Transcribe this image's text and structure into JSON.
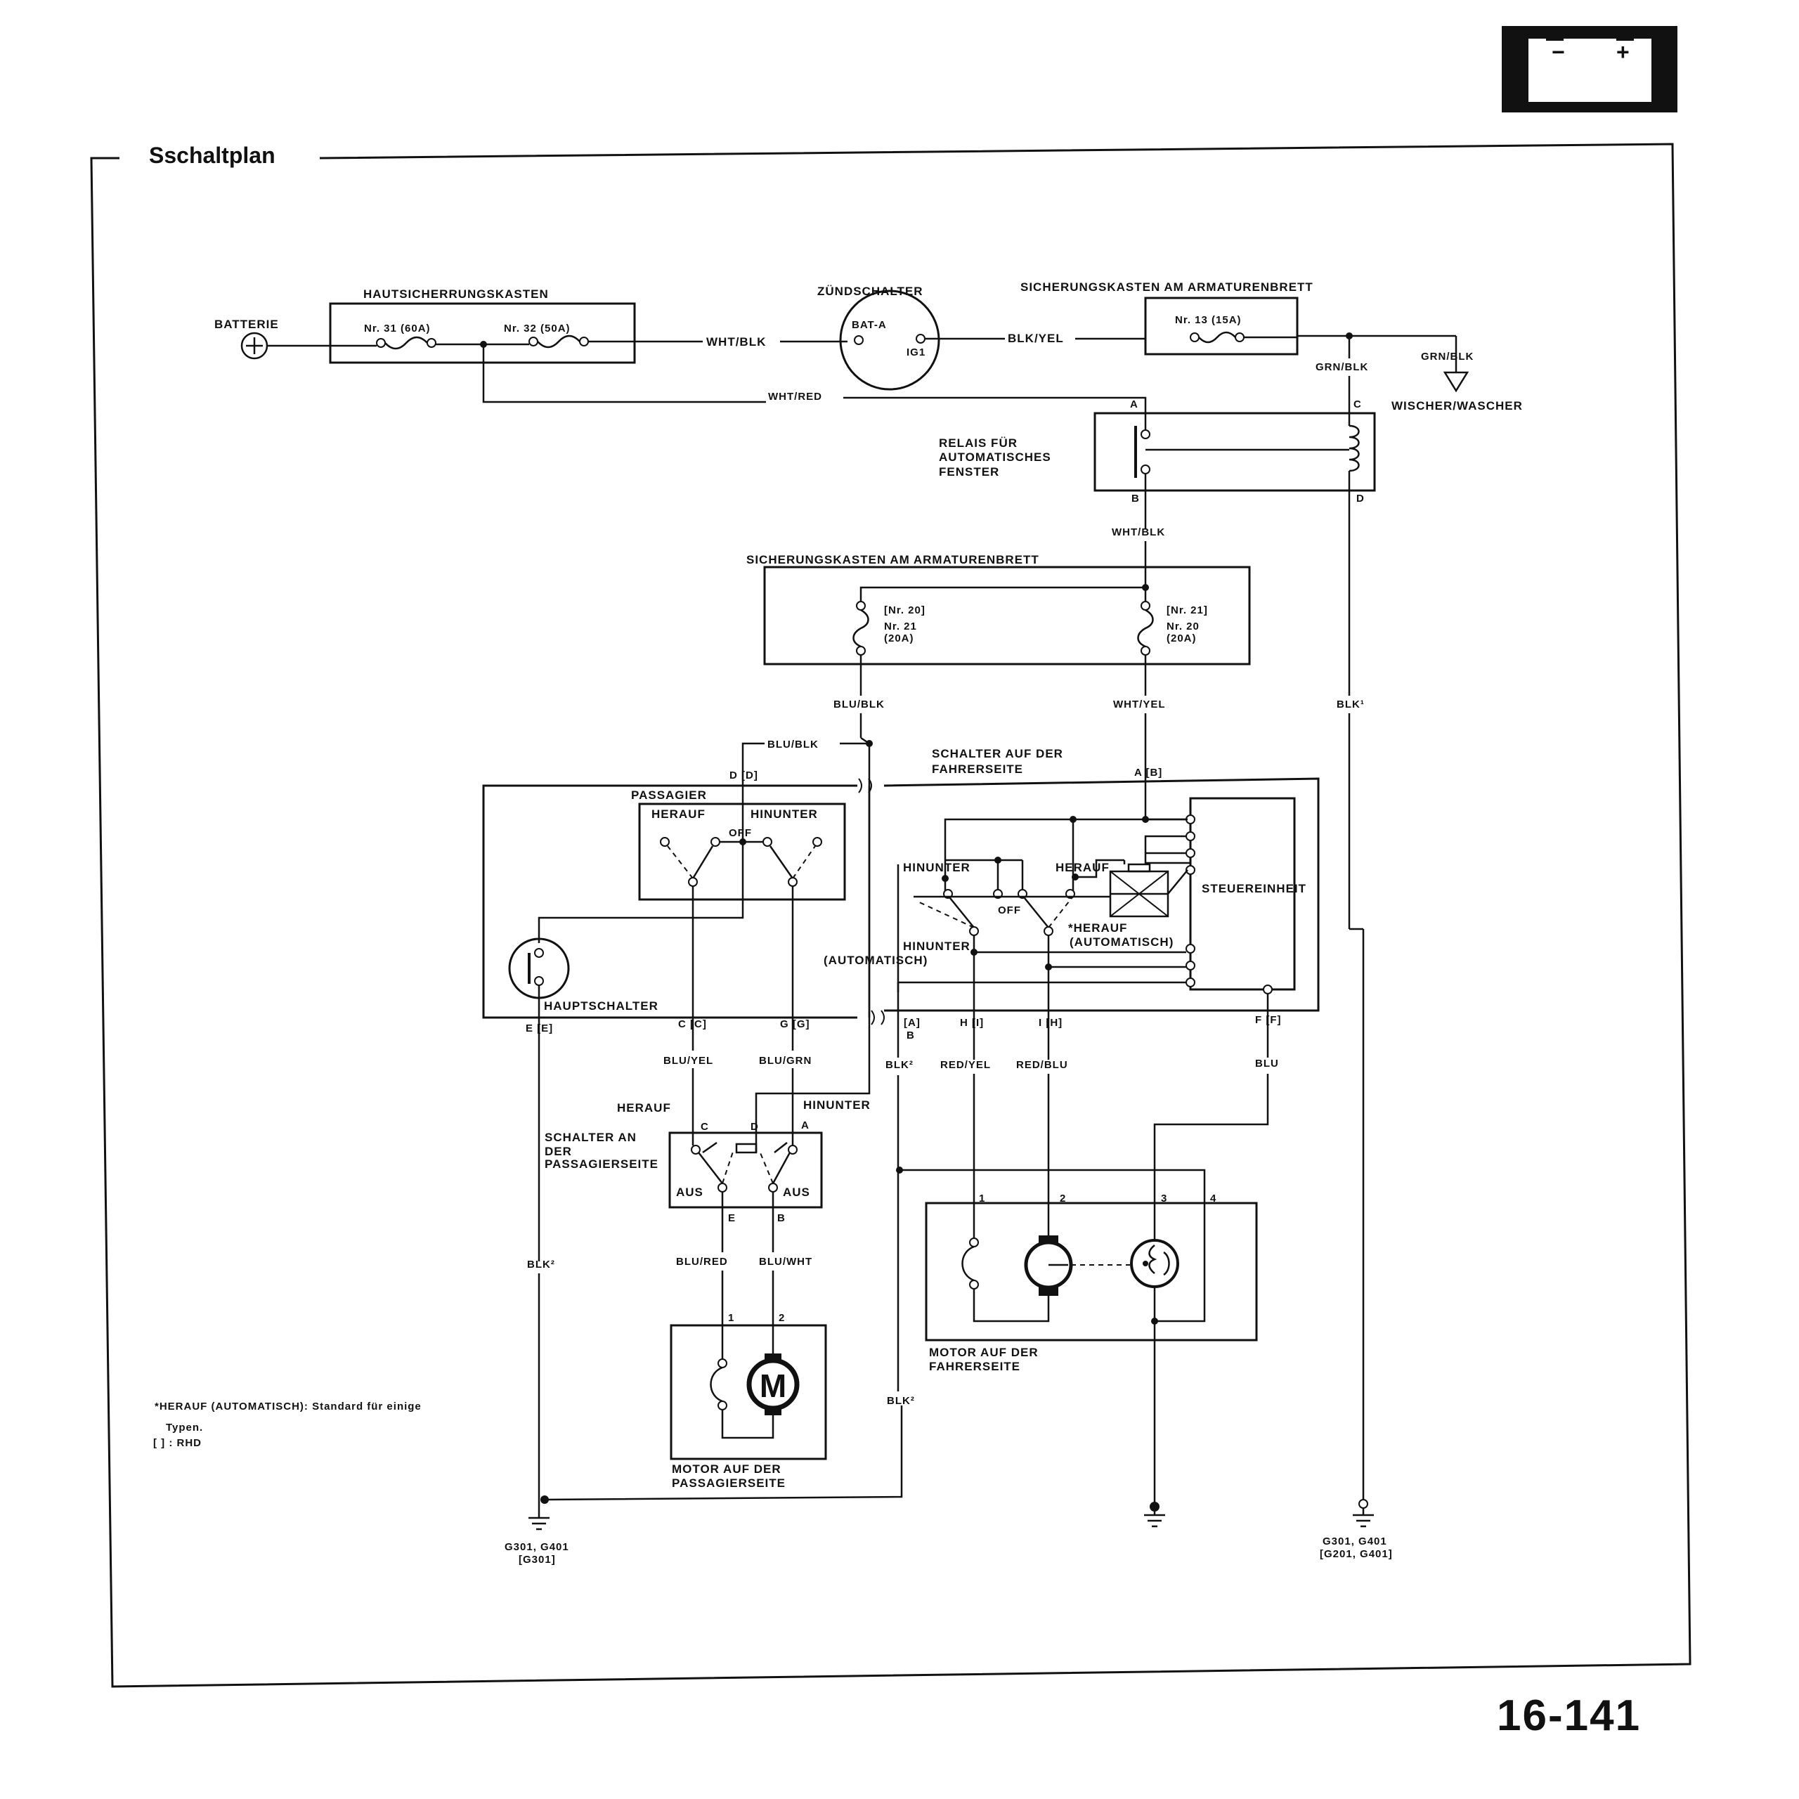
{
  "page": {
    "title": "Sschaltplan",
    "page_number": "16-141"
  },
  "labels": {
    "batterie": "BATTERIE",
    "haupt_box": "HAUTSICHERRUNGSKASTEN",
    "fuse31": "Nr. 31 (60A)",
    "fuse32": "Nr. 32 (50A)",
    "zuendschalter": "ZÜNDSCHALTER",
    "bat_a": "BAT-A",
    "ig1": "IG1",
    "dash_box_top": "SICHERUNGSKASTEN AM ARMATURENBRETT",
    "fuse13": "Nr. 13 (15A)",
    "wischer": "WISCHER/WASCHER",
    "relay_line1": "RELAIS FÜR",
    "relay_line2": "AUTOMATISCHES",
    "relay_line3": "FENSTER",
    "dash_box_mid": "SICHERUNGSKASTEN AM ARMATURENBRETT",
    "fuse_left_a": "[Nr. 20]",
    "fuse_left_b": "Nr. 21",
    "fuse_left_c": "(20A)",
    "fuse_right_a": "[Nr. 21]",
    "fuse_right_b": "Nr. 20",
    "fuse_right_c": "(20A)",
    "driver_sw_1": "SCHALTER AUF DER",
    "driver_sw_2": "FAHRERSEITE",
    "passagier": "PASSAGIER",
    "herauf": "HERAUF",
    "hinunter": "HINUNTER",
    "off": "OFF",
    "hauptschalter": "HAUPTSCHALTER",
    "steuereinheit": "STEUEREINHEIT",
    "herauf_auto_1": "*HERAUF",
    "herauf_auto_2": "(AUTOMATISCH)",
    "hinunter_auto_1": "HINUNTER",
    "hinunter_auto_2": "(AUTOMATISCH)",
    "pass_sw_1": "SCHALTER AN",
    "pass_sw_2": "DER",
    "pass_sw_3": "PASSAGIERSEITE",
    "aus": "AUS",
    "motor_pass_1": "MOTOR AUF DER",
    "motor_pass_2": "PASSAGIERSEITE",
    "motor_drv_1": "MOTOR AUF DER",
    "motor_drv_2": "FAHRERSEITE",
    "motor_m": "M",
    "note_1": "*HERAUF (AUTOMATISCH): Standard für einige",
    "note_2": "Typen.",
    "note_3": "[  ] : RHD",
    "ground_left_1": "G301, G401",
    "ground_left_2": "[G301]",
    "ground_right_1": "G301, G401",
    "ground_right_2": "[G201, G401]"
  },
  "wires": {
    "wht_blk_1": "WHT/BLK",
    "blk_yel": "BLK/YEL",
    "grn_blk_1": "GRN/BLK",
    "grn_blk_2": "GRN/BLK",
    "wht_red": "WHT/RED",
    "wht_blk_2": "WHT/BLK",
    "blu_blk_1": "BLU/BLK",
    "blu_blk_2": "BLU/BLK",
    "wht_yel": "WHT/YEL",
    "blk1": "BLK¹",
    "blu_yel": "BLU/YEL",
    "blu_grn": "BLU/GRN",
    "blk2_a": "BLK²",
    "red_yel": "RED/YEL",
    "red_blu": "RED/BLU",
    "blu": "BLU",
    "blk2_b": "BLK²",
    "blu_red": "BLU/RED",
    "blu_wht": "BLU/WHT",
    "blk2_c": "BLK²"
  },
  "pins": {
    "A": "A",
    "B": "B",
    "C": "C",
    "D": "D",
    "E": "E",
    "d_dd": "D [D]",
    "a_bb": "A [B]",
    "e_ee": "E [E]",
    "c_cc": "C [C]",
    "g_gg": "G [G]",
    "aa": "[A]",
    "h_ii": "H [I]",
    "i_hh": "I [H]",
    "f_ff": "F [F]",
    "n1": "1",
    "n2": "2",
    "n3": "3",
    "n4": "4"
  },
  "battery_icon": {
    "minus": "−",
    "plus": "+"
  }
}
